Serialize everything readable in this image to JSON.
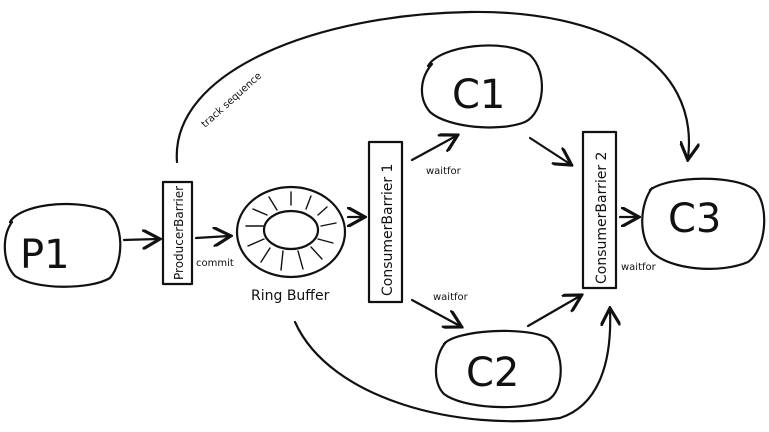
{
  "nodes": {
    "p1": "P1",
    "c1": "C1",
    "c2": "C2",
    "c3": "C3",
    "producer_barrier": "ProducerBarrier",
    "ring_buffer": "Ring Buffer",
    "consumer_barrier_1": "ConsumerBarrier 1",
    "consumer_barrier_2": "ConsumerBarrier 2"
  },
  "edge_labels": {
    "commit": "commit",
    "track_sequence": "track sequence",
    "waitfor_c1": "waitfor",
    "waitfor_c2": "waitfor",
    "waitfor_c3": "waitfor"
  }
}
